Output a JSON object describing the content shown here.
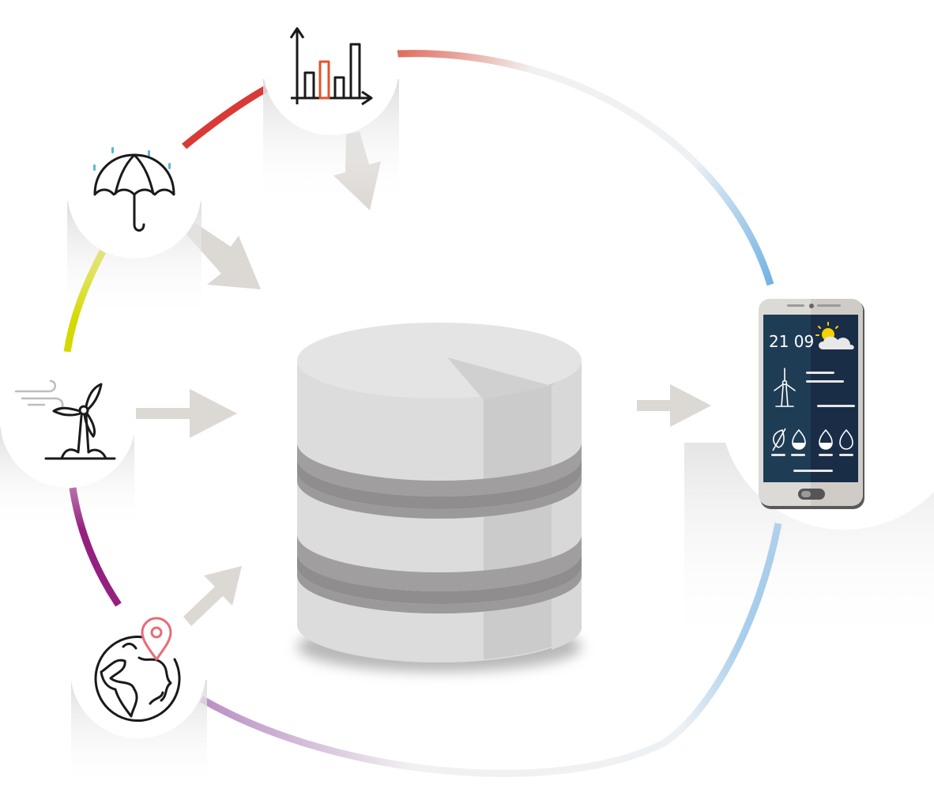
{
  "diagram": {
    "sources": [
      {
        "id": "statistics",
        "icon": "bar-chart-icon",
        "ring_color": "#d93a35"
      },
      {
        "id": "precipitation",
        "icon": "umbrella-rain-icon",
        "ring_color": "#d93a35"
      },
      {
        "id": "wind-energy",
        "icon": "wind-turbine-icon",
        "ring_color": "#d4d900"
      },
      {
        "id": "geolocation",
        "icon": "globe-location-pin-icon",
        "ring_color": "#94207f"
      }
    ],
    "hub": {
      "icon": "database-icon"
    },
    "output": {
      "icon": "smartphone-weather-app-icon",
      "screen_text": "21 09",
      "ring_color": "#6fb1e3"
    },
    "colors": {
      "arrow": "#dcd8d4",
      "accent_orange": "#e5512b",
      "pin_pink": "#e96b76",
      "rain_blue": "#5bb6d6",
      "sun_yellow": "#f3d300",
      "screen_dark": "#1f3c55"
    }
  }
}
